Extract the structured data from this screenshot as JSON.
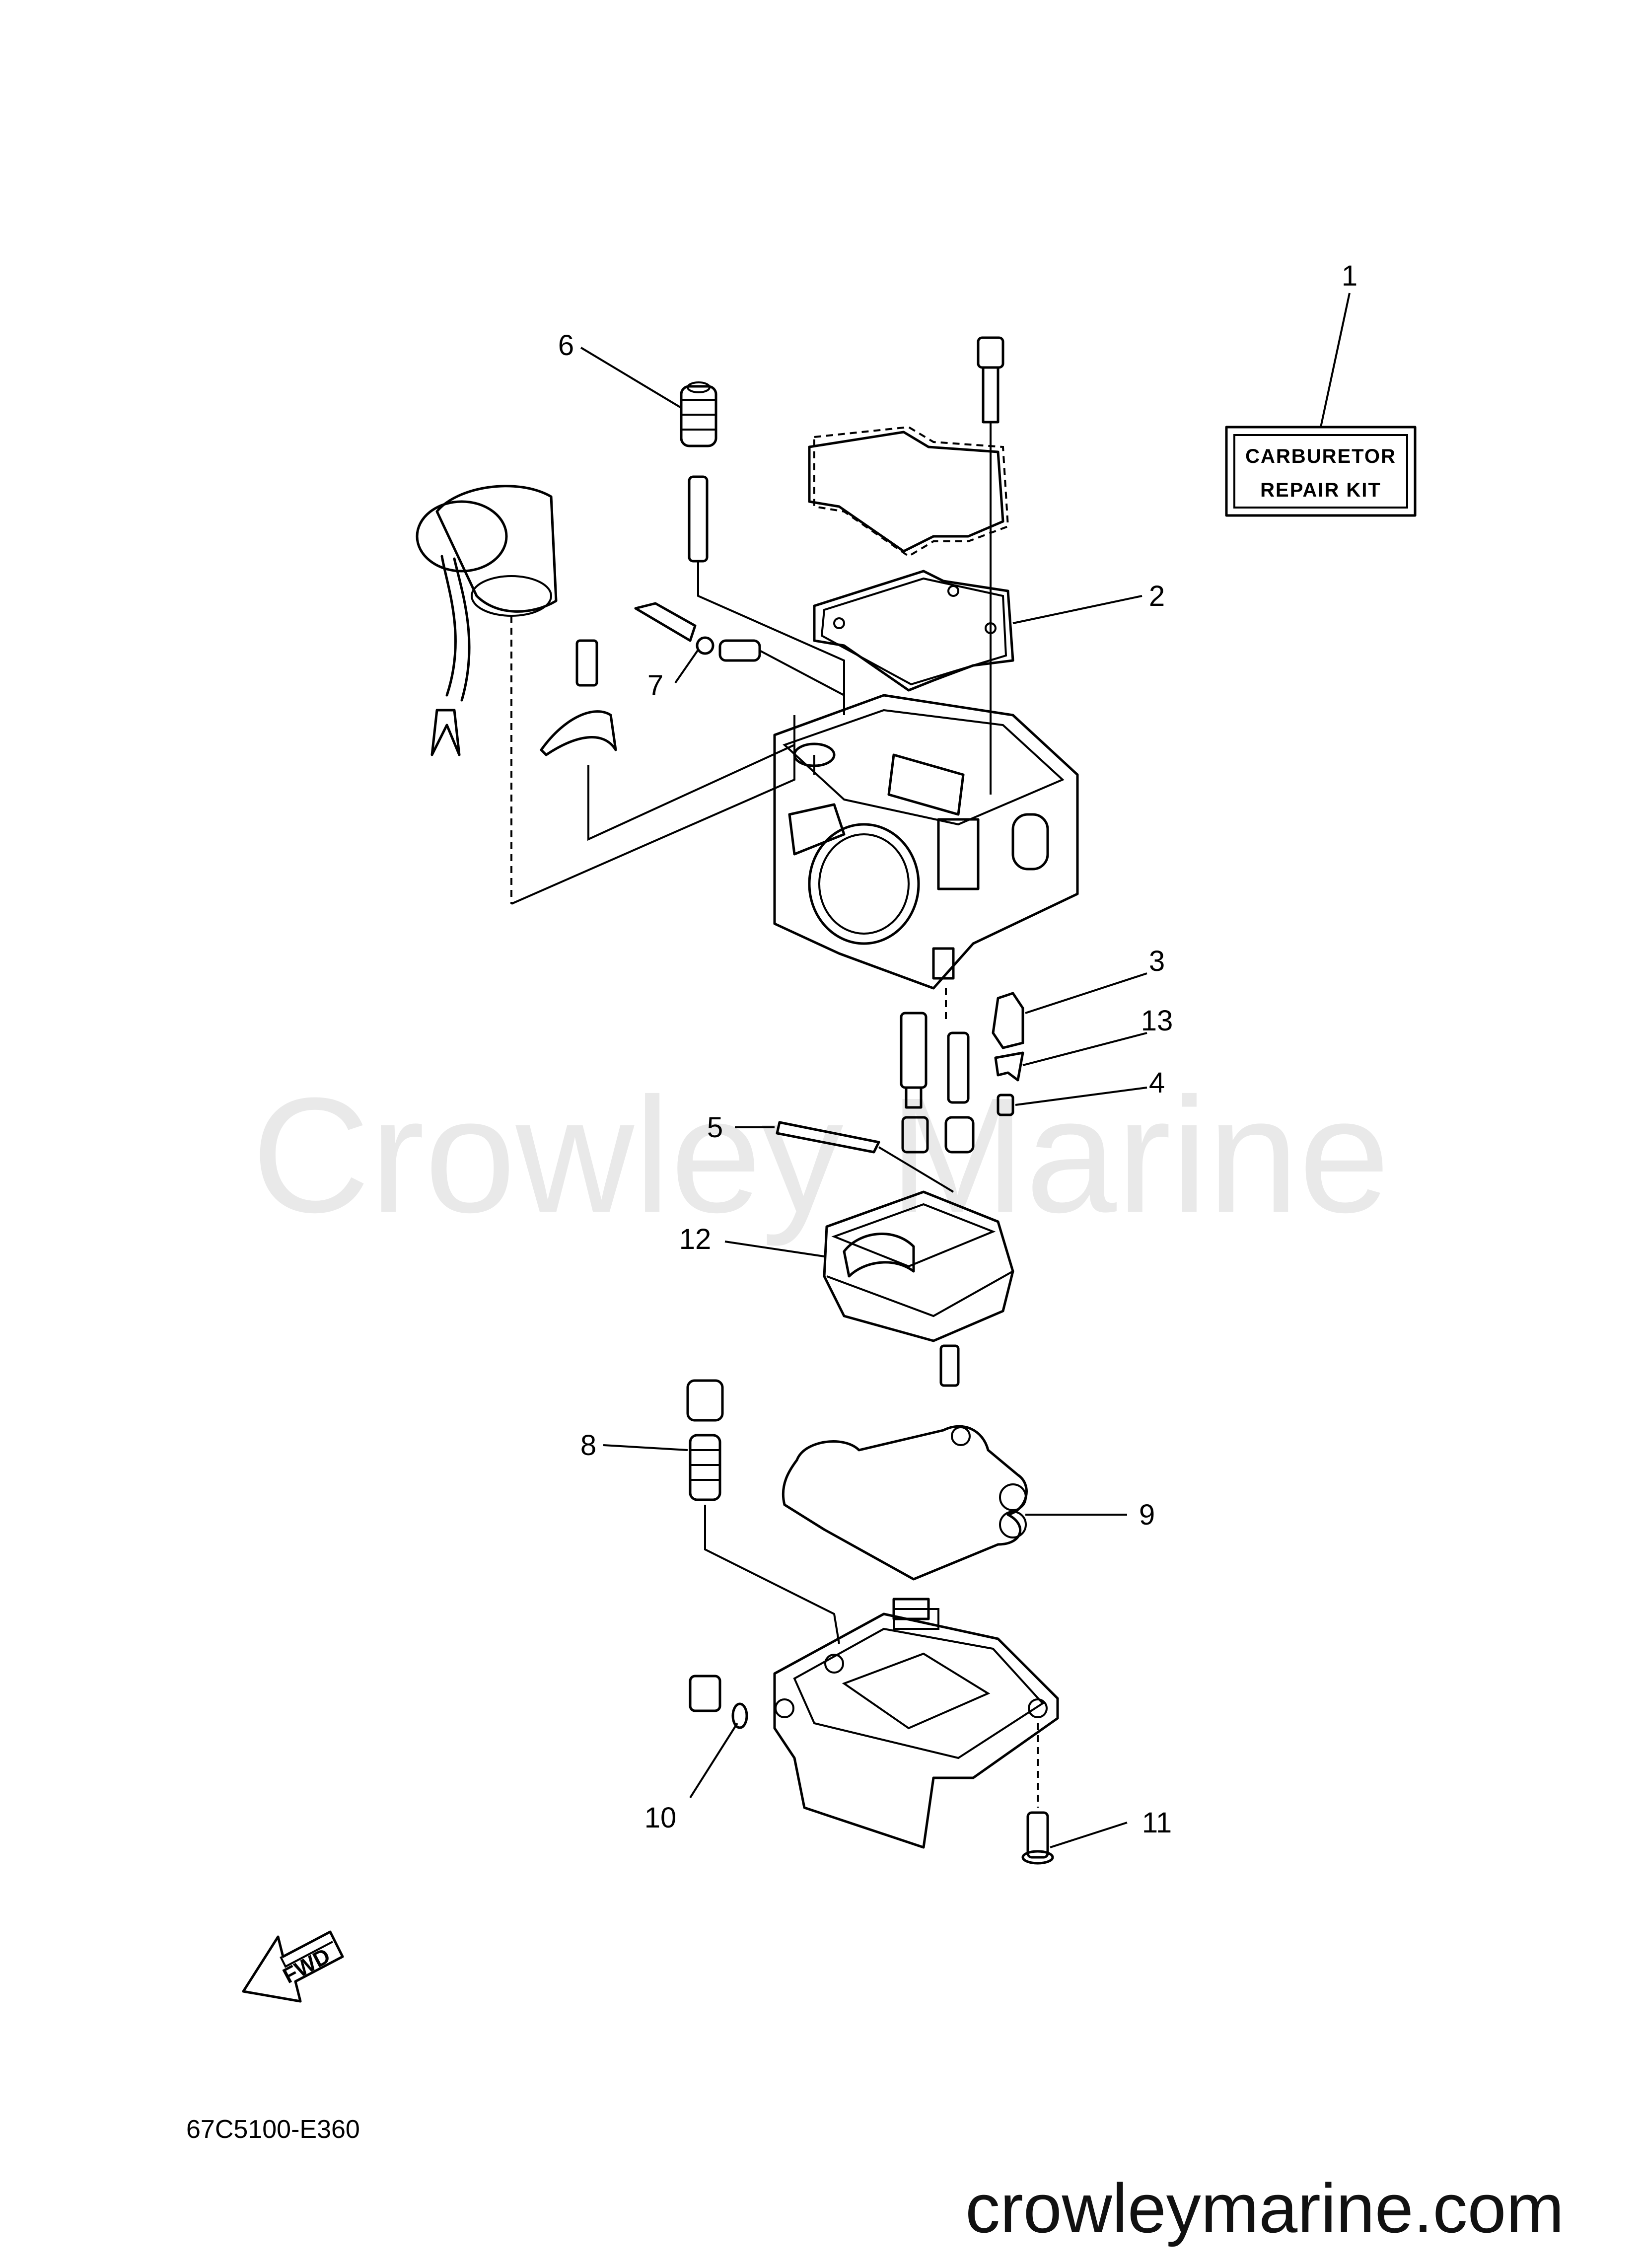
{
  "watermark": "Crowley Marine",
  "website": "crowleymarine.com",
  "diagram_code": "67C5100-E360",
  "kit_label": {
    "line1": "CARBURETOR",
    "line2": "REPAIR KIT"
  },
  "fwd_label": "FWD",
  "callouts": [
    "1",
    "2",
    "3",
    "4",
    "5",
    "6",
    "7",
    "8",
    "9",
    "10",
    "11",
    "12",
    "13"
  ]
}
